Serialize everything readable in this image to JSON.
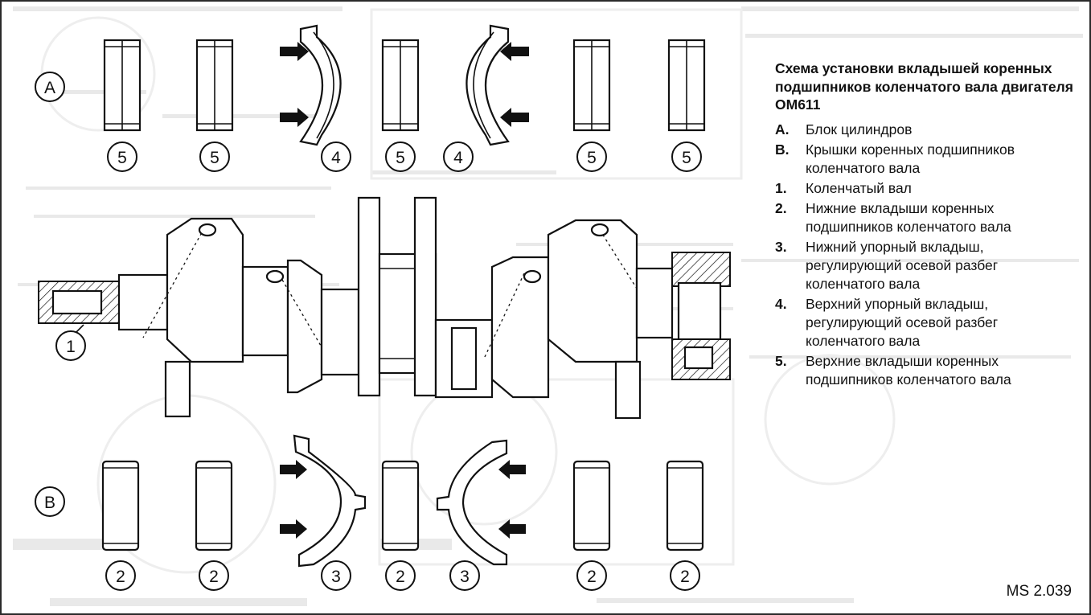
{
  "caption": {
    "title": "Схема установки вкладышей коренных подшипников коленчатого вала двигателя ОМ611",
    "legend": [
      {
        "key": "A.",
        "text": "Блок цилиндров"
      },
      {
        "key": "B.",
        "text": "Крышки коренных подшипников коленчатого вала"
      },
      {
        "key": "1.",
        "text": "Коленчатый вал"
      },
      {
        "key": "2.",
        "text": "Нижние вкладыши коренных подшипников коленчатого вала"
      },
      {
        "key": "3.",
        "text": "Нижний упорный вкладыш, регулирующий осевой разбег коленчатого вала"
      },
      {
        "key": "4.",
        "text": "Верхний упорный вкладыш, регулирующий осевой разбег коленчатого вала"
      },
      {
        "key": "5.",
        "text": "Верхние вкладыши коренных подшипников коленчатого вала"
      }
    ]
  },
  "diagram": {
    "row_a_label": "A",
    "row_b_label": "B",
    "crankshaft_label": "1",
    "top_row_numbers": [
      "5",
      "5",
      "4",
      "5",
      "4",
      "5",
      "5"
    ],
    "bottom_row_numbers": [
      "2",
      "2",
      "3",
      "2",
      "3",
      "2",
      "2"
    ]
  },
  "figure_id": "MS 2.039"
}
